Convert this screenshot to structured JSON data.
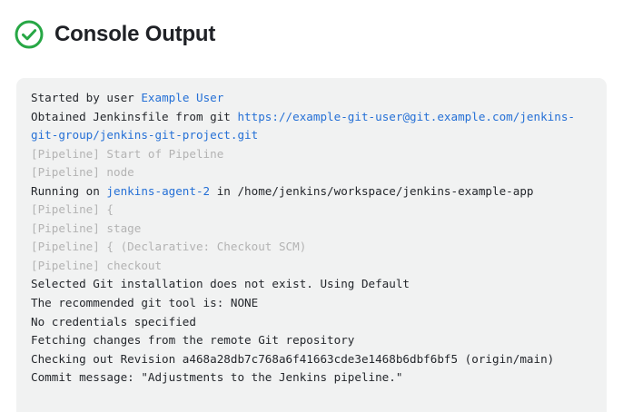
{
  "header": {
    "title": "Console Output",
    "status_icon": "check-circle-icon",
    "status_color": "#27a745"
  },
  "console": {
    "background": "#f1f2f2",
    "text_color": "#24272c",
    "muted_color": "#b3b3b3",
    "link_color": "#2570d6",
    "lines": [
      {
        "segments": [
          {
            "t": "Started by user ",
            "c": "plain"
          },
          {
            "t": "Example User",
            "c": "link"
          }
        ]
      },
      {
        "segments": [
          {
            "t": "Obtained Jenkinsfile from git ",
            "c": "plain"
          },
          {
            "t": "https://example-git-user@git.example.com/jenkins-git-group/jenkins-git-project.git",
            "c": "link"
          }
        ]
      },
      {
        "muted": true,
        "segments": [
          {
            "t": "[Pipeline] Start of Pipeline",
            "c": "plain"
          }
        ]
      },
      {
        "muted": true,
        "segments": [
          {
            "t": "[Pipeline] node",
            "c": "plain"
          }
        ]
      },
      {
        "segments": [
          {
            "t": "Running on ",
            "c": "plain"
          },
          {
            "t": "jenkins-agent-2",
            "c": "link"
          },
          {
            "t": " in /home/jenkins/workspace/jenkins-example-app",
            "c": "plain"
          }
        ]
      },
      {
        "muted": true,
        "segments": [
          {
            "t": "[Pipeline] {",
            "c": "plain"
          }
        ]
      },
      {
        "muted": true,
        "segments": [
          {
            "t": "[Pipeline] stage",
            "c": "plain"
          }
        ]
      },
      {
        "muted": true,
        "segments": [
          {
            "t": "[Pipeline] { (Declarative: Checkout SCM)",
            "c": "plain"
          }
        ]
      },
      {
        "muted": true,
        "segments": [
          {
            "t": "[Pipeline] checkout",
            "c": "plain"
          }
        ]
      },
      {
        "segments": [
          {
            "t": "Selected Git installation does not exist. Using Default",
            "c": "plain"
          }
        ]
      },
      {
        "segments": [
          {
            "t": "The recommended git tool is: NONE",
            "c": "plain"
          }
        ]
      },
      {
        "segments": [
          {
            "t": "No credentials specified",
            "c": "plain"
          }
        ]
      },
      {
        "segments": [
          {
            "t": "Fetching changes from the remote Git repository",
            "c": "plain"
          }
        ]
      },
      {
        "segments": [
          {
            "t": "Checking out Revision a468a28db7c768a6f41663cde3e1468b6dbf6bf5 (origin/main)",
            "c": "plain"
          }
        ]
      },
      {
        "segments": [
          {
            "t": "Commit message: \"Adjustments to the Jenkins pipeline.\"",
            "c": "plain"
          }
        ]
      }
    ]
  }
}
